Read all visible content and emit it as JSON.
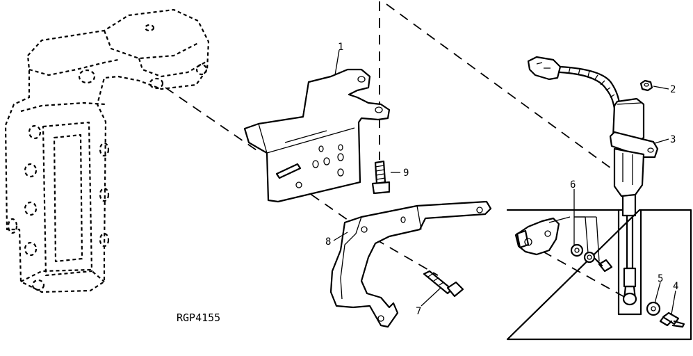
{
  "figure_id": "RGP4155",
  "callouts": [
    {
      "id": "callout-1",
      "label": "1"
    },
    {
      "id": "callout-2",
      "label": "2"
    },
    {
      "id": "callout-3",
      "label": "3"
    },
    {
      "id": "callout-4",
      "label": "4"
    },
    {
      "id": "callout-5",
      "label": "5"
    },
    {
      "id": "callout-6",
      "label": "6"
    },
    {
      "id": "callout-7",
      "label": "7"
    },
    {
      "id": "callout-8",
      "label": "8"
    },
    {
      "id": "callout-9",
      "label": "9"
    }
  ]
}
